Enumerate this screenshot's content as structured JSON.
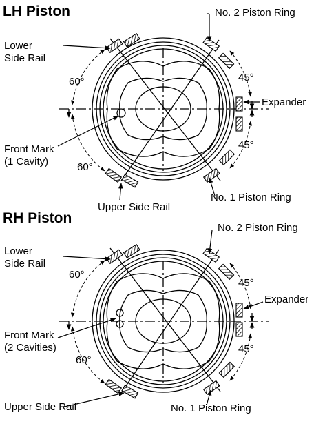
{
  "lh": {
    "title": "LH Piston",
    "labels": {
      "lower_side_rail": "Lower\nSide Rail",
      "no2_ring": "No. 2 Piston Ring",
      "angle_top_left": "60°",
      "angle_top_right": "45°",
      "expander": "Expander",
      "angle_bottom_right": "45°",
      "front_mark": "Front Mark\n(1 Cavity)",
      "angle_bottom_left": "60°",
      "upper_side_rail": "Upper Side Rail",
      "no1_ring": "No. 1 Piston Ring"
    }
  },
  "rh": {
    "title": "RH Piston",
    "labels": {
      "lower_side_rail": "Lower\nSide Rail",
      "no2_ring": "No. 2 Piston Ring",
      "angle_top_left": "60°",
      "angle_top_right": "45°",
      "expander": "Expander",
      "angle_bottom_right": "45°",
      "front_mark": "Front Mark\n(2 Cavities)",
      "angle_bottom_left": "60°",
      "upper_side_rail": "Upper Side Rail",
      "no1_ring": "No. 1 Piston Ring"
    }
  }
}
